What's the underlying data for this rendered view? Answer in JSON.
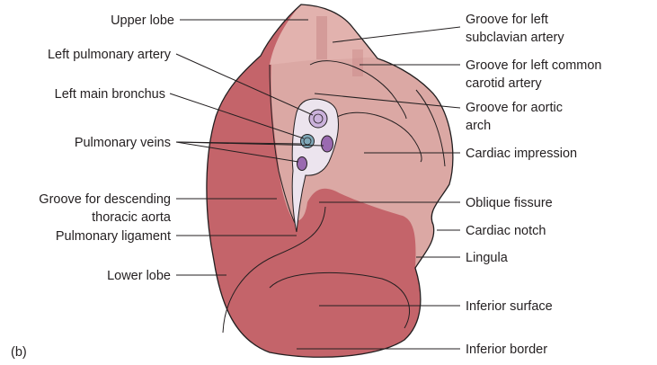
{
  "figure_tag": "(b)",
  "colors": {
    "lower_lobe": "#c4646a",
    "upper_lobe": "#d89c9c",
    "medial_surface": "#dba8a4",
    "upper_tip": "#e2b2ae",
    "hilum": "#ece4ee",
    "vessel": "#9a6ab0",
    "vessel_light": "#cbb2dc",
    "bronchus": "#7fa8b8",
    "outline": "#231f20",
    "line": "#231f20"
  },
  "labels": {
    "upper_lobe": "Upper lobe",
    "left_pulmonary_artery": "Left pulmonary artery",
    "left_main_bronchus": "Left main bronchus",
    "pulmonary_veins": "Pulmonary veins",
    "groove_descending_aorta": [
      "Groove for descending",
      "thoracic aorta"
    ],
    "pulmonary_ligament": "Pulmonary ligament",
    "lower_lobe": "Lower lobe",
    "groove_subclavian": [
      "Groove for left",
      "subclavian artery"
    ],
    "groove_common_carotid": [
      "Groove for left common",
      "carotid artery"
    ],
    "groove_aortic_arch": [
      "Groove for aortic",
      "arch"
    ],
    "cardiac_impression": "Cardiac impression",
    "oblique_fissure": "Oblique fissure",
    "cardiac_notch": "Cardiac notch",
    "lingula": "Lingula",
    "inferior_surface": "Inferior surface",
    "inferior_border": "Inferior border"
  }
}
